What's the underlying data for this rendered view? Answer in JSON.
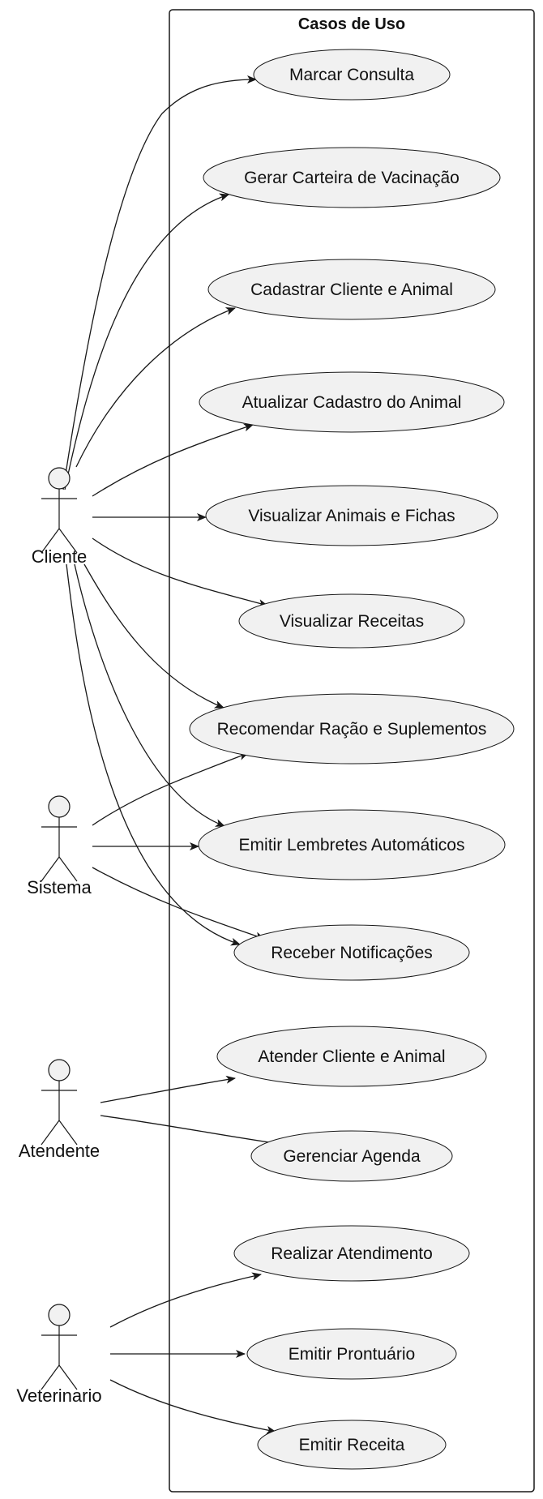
{
  "diagram": {
    "system_title": "Casos de Uso",
    "actors": [
      {
        "id": "cliente",
        "label": "Cliente"
      },
      {
        "id": "sistema",
        "label": "Sistema"
      },
      {
        "id": "atendente",
        "label": "Atendente"
      },
      {
        "id": "veterinario",
        "label": "Veterinario"
      }
    ],
    "use_cases": [
      {
        "id": "uc1",
        "label": "Marcar Consulta"
      },
      {
        "id": "uc2",
        "label": "Gerar Carteira de Vacinação"
      },
      {
        "id": "uc3",
        "label": "Cadastrar Cliente e Animal"
      },
      {
        "id": "uc4",
        "label": "Atualizar Cadastro do Animal"
      },
      {
        "id": "uc5",
        "label": "Visualizar Animais e Fichas"
      },
      {
        "id": "uc6",
        "label": "Visualizar Receitas"
      },
      {
        "id": "uc7",
        "label": "Recomendar Ração e Suplementos"
      },
      {
        "id": "uc8",
        "label": "Emitir Lembretes Automáticos"
      },
      {
        "id": "uc9",
        "label": "Receber Notificações"
      },
      {
        "id": "uc10",
        "label": "Atender Cliente e Animal"
      },
      {
        "id": "uc11",
        "label": "Gerenciar Agenda"
      },
      {
        "id": "uc12",
        "label": "Realizar Atendimento"
      },
      {
        "id": "uc13",
        "label": "Emitir Prontuário"
      },
      {
        "id": "uc14",
        "label": "Emitir Receita"
      }
    ],
    "associations": [
      {
        "from": "cliente",
        "to": "uc1"
      },
      {
        "from": "cliente",
        "to": "uc2"
      },
      {
        "from": "cliente",
        "to": "uc3"
      },
      {
        "from": "cliente",
        "to": "uc4"
      },
      {
        "from": "cliente",
        "to": "uc5"
      },
      {
        "from": "cliente",
        "to": "uc6"
      },
      {
        "from": "cliente",
        "to": "uc7"
      },
      {
        "from": "cliente",
        "to": "uc8"
      },
      {
        "from": "cliente",
        "to": "uc9"
      },
      {
        "from": "sistema",
        "to": "uc7"
      },
      {
        "from": "sistema",
        "to": "uc8"
      },
      {
        "from": "sistema",
        "to": "uc9"
      },
      {
        "from": "atendente",
        "to": "uc10"
      },
      {
        "from": "atendente",
        "to": "uc11"
      },
      {
        "from": "veterinario",
        "to": "uc12"
      },
      {
        "from": "veterinario",
        "to": "uc13"
      },
      {
        "from": "veterinario",
        "to": "uc14"
      }
    ]
  }
}
